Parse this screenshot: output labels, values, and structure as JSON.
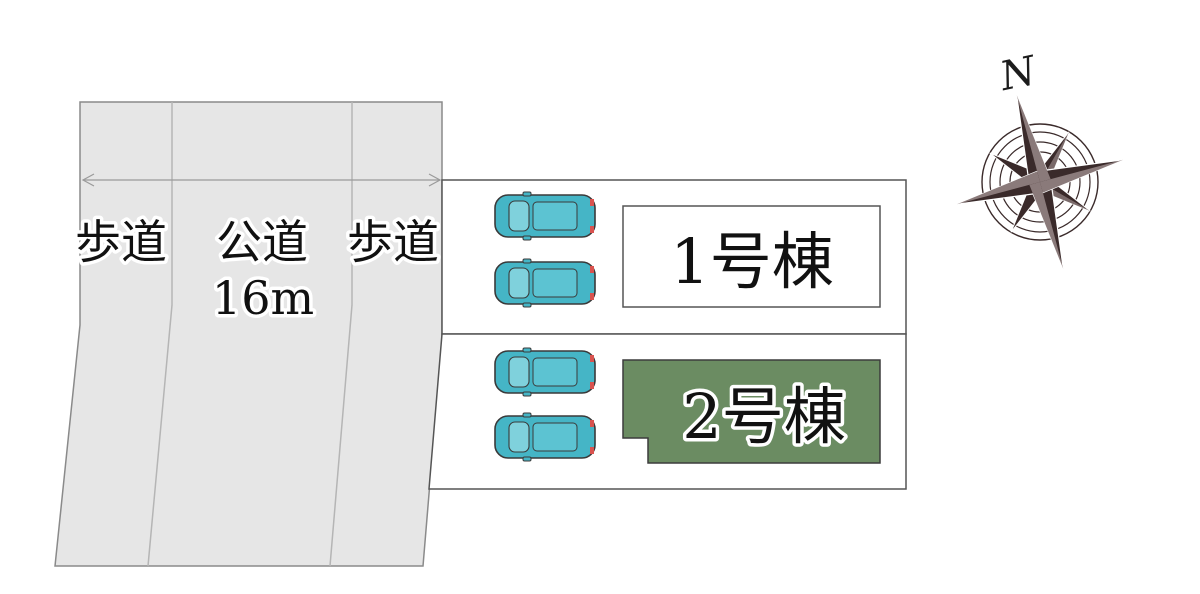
{
  "road": {
    "sidewalk_left": "歩道",
    "public_road": "公道",
    "sidewalk_right": "歩道",
    "width": "16m"
  },
  "lots": [
    {
      "label": "1号棟",
      "fill": "#ffffff",
      "selected": false,
      "parking_spaces": 2
    },
    {
      "label": "2号棟",
      "fill": "#6b8c62",
      "selected": true,
      "parking_spaces": 2
    }
  ],
  "compass": {
    "north": "N"
  },
  "colors": {
    "road": "#e6e6e6",
    "car_body": "#45b5c6",
    "car_outline": "#3a3a3a",
    "lot_border": "#555555",
    "compass_dark": "#3a2a2a"
  }
}
